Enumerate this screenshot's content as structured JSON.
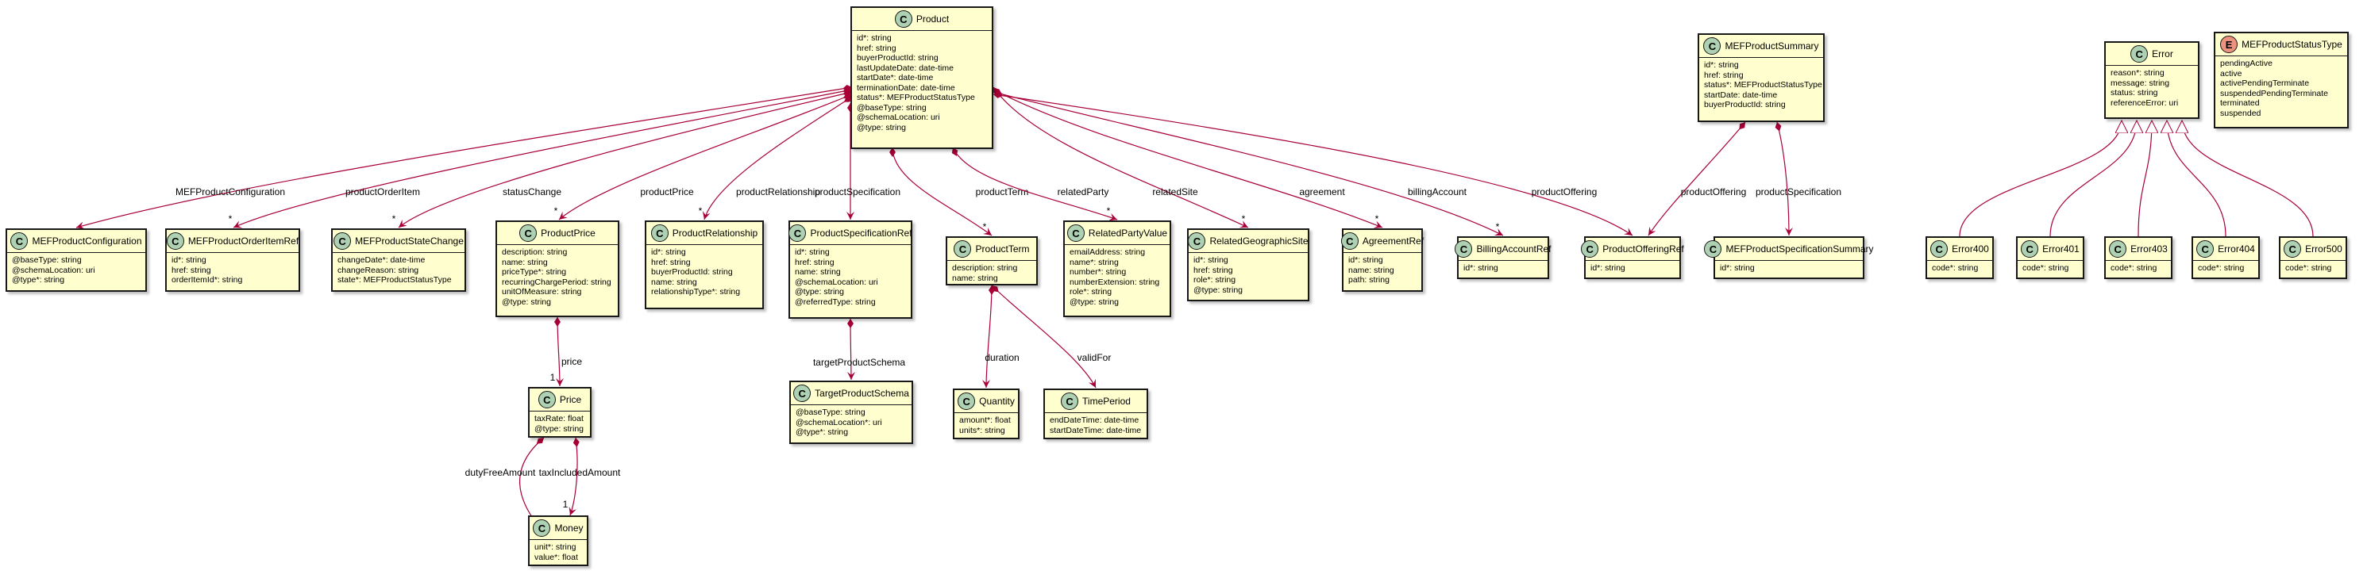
{
  "classes": {
    "Product": {
      "name": "Product",
      "icon": "C",
      "attrs": [
        "id*: string",
        "href: string",
        "buyerProductId: string",
        "lastUpdateDate: date-time",
        "startDate*: date-time",
        "terminationDate: date-time",
        "status*: MEFProductStatusType",
        "@baseType: string",
        "@schemaLocation: uri",
        "@type: string"
      ]
    },
    "MEFProductSummary": {
      "name": "MEFProductSummary",
      "icon": "C",
      "attrs": [
        "id*: string",
        "href: string",
        "status*: MEFProductStatusType",
        "startDate: date-time",
        "buyerProductId: string"
      ]
    },
    "Error": {
      "name": "Error",
      "icon": "C",
      "attrs": [
        "reason*: string",
        "message: string",
        "status: string",
        "referenceError: uri"
      ]
    },
    "MEFProductStatusType": {
      "name": "MEFProductStatusType",
      "icon": "E",
      "attrs": [
        "pendingActive",
        "active",
        "activePendingTerminate",
        "suspendedPendingTerminate",
        "terminated",
        "suspended"
      ]
    },
    "MEFProductConfiguration": {
      "name": "MEFProductConfiguration",
      "icon": "C",
      "attrs": [
        "@baseType: string",
        "@schemaLocation: uri",
        "@type*: string"
      ]
    },
    "MEFProductOrderItemRef": {
      "name": "MEFProductOrderItemRef",
      "icon": "C",
      "attrs": [
        "id*: string",
        "href: string",
        "orderItemId*: string"
      ]
    },
    "MEFProductStateChange": {
      "name": "MEFProductStateChange",
      "icon": "C",
      "attrs": [
        "changeDate*: date-time",
        "changeReason: string",
        "state*: MEFProductStatusType"
      ]
    },
    "ProductPrice": {
      "name": "ProductPrice",
      "icon": "C",
      "attrs": [
        "description: string",
        "name: string",
        "priceType*: string",
        "recurringChargePeriod: string",
        "unitOfMeasure: string",
        "@type: string"
      ]
    },
    "ProductRelationship": {
      "name": "ProductRelationship",
      "icon": "C",
      "attrs": [
        "id*: string",
        "href: string",
        "buyerProductId: string",
        "name: string",
        "relationshipType*: string"
      ]
    },
    "ProductSpecificationRef": {
      "name": "ProductSpecificationRef",
      "icon": "C",
      "attrs": [
        "id*: string",
        "href: string",
        "name: string",
        "@schemaLocation: uri",
        "@type: string",
        "@referredType: string"
      ]
    },
    "ProductTerm": {
      "name": "ProductTerm",
      "icon": "C",
      "attrs": [
        "description: string",
        "name: string"
      ]
    },
    "RelatedPartyValue": {
      "name": "RelatedPartyValue",
      "icon": "C",
      "attrs": [
        "emailAddress: string",
        "name*: string",
        "number*: string",
        "numberExtension: string",
        "role*: string",
        "@type: string"
      ]
    },
    "RelatedGeographicSite": {
      "name": "RelatedGeographicSite",
      "icon": "C",
      "attrs": [
        "id*: string",
        "href: string",
        "role*: string",
        "@type: string"
      ]
    },
    "AgreementRef": {
      "name": "AgreementRef",
      "icon": "C",
      "attrs": [
        "id*: string",
        "name: string",
        "path: string"
      ]
    },
    "BillingAccountRef": {
      "name": "BillingAccountRef",
      "icon": "C",
      "attrs": [
        "id*: string"
      ]
    },
    "ProductOfferingRef": {
      "name": "ProductOfferingRef",
      "icon": "C",
      "attrs": [
        "id*: string"
      ]
    },
    "MEFProductSpecificationSummary": {
      "name": "MEFProductSpecificationSummary",
      "icon": "C",
      "attrs": [
        "id*: string"
      ]
    },
    "Error400": {
      "name": "Error400",
      "icon": "C",
      "attrs": [
        "code*: string"
      ]
    },
    "Error401": {
      "name": "Error401",
      "icon": "C",
      "attrs": [
        "code*: string"
      ]
    },
    "Error403": {
      "name": "Error403",
      "icon": "C",
      "attrs": [
        "code*: string"
      ]
    },
    "Error404": {
      "name": "Error404",
      "icon": "C",
      "attrs": [
        "code*: string"
      ]
    },
    "Error500": {
      "name": "Error500",
      "icon": "C",
      "attrs": [
        "code*: string"
      ]
    },
    "Price": {
      "name": "Price",
      "icon": "C",
      "attrs": [
        "taxRate: float",
        "@type: string"
      ]
    },
    "TargetProductSchema": {
      "name": "TargetProductSchema",
      "icon": "C",
      "attrs": [
        "@baseType: string",
        "@schemaLocation*: uri",
        "@type*: string"
      ]
    },
    "Quantity": {
      "name": "Quantity",
      "icon": "C",
      "attrs": [
        "amount*: float",
        "units*: string"
      ]
    },
    "TimePeriod": {
      "name": "TimePeriod",
      "icon": "C",
      "attrs": [
        "endDateTime: date-time",
        "startDateTime: date-time"
      ]
    },
    "Money": {
      "name": "Money",
      "icon": "C",
      "attrs": [
        "unit*: string",
        "value*: float"
      ]
    }
  },
  "relations": [
    {
      "from": "Product",
      "to": "MEFProductConfiguration",
      "label": "MEFProductConfiguration",
      "mult": ""
    },
    {
      "from": "Product",
      "to": "MEFProductOrderItemRef",
      "label": "productOrderItem",
      "mult": "*"
    },
    {
      "from": "Product",
      "to": "MEFProductStateChange",
      "label": "statusChange",
      "mult": "*"
    },
    {
      "from": "Product",
      "to": "ProductPrice",
      "label": "productPrice",
      "mult": "*"
    },
    {
      "from": "Product",
      "to": "ProductRelationship",
      "label": "productRelationship",
      "mult": "*"
    },
    {
      "from": "Product",
      "to": "ProductSpecificationRef",
      "label": "productSpecification",
      "mult": ""
    },
    {
      "from": "Product",
      "to": "ProductTerm",
      "label": "productTerm",
      "mult": "*"
    },
    {
      "from": "Product",
      "to": "RelatedPartyValue",
      "label": "relatedParty",
      "mult": "*"
    },
    {
      "from": "Product",
      "to": "RelatedGeographicSite",
      "label": "relatedSite",
      "mult": "*"
    },
    {
      "from": "Product",
      "to": "AgreementRef",
      "label": "agreement",
      "mult": "*"
    },
    {
      "from": "Product",
      "to": "BillingAccountRef",
      "label": "billingAccount",
      "mult": "*"
    },
    {
      "from": "Product",
      "to": "ProductOfferingRef",
      "label": "productOffering",
      "mult": ""
    },
    {
      "from": "MEFProductSummary",
      "to": "ProductOfferingRef",
      "label": "productOffering",
      "mult": ""
    },
    {
      "from": "MEFProductSummary",
      "to": "MEFProductSpecificationSummary",
      "label": "productSpecification",
      "mult": ""
    },
    {
      "from": "ProductPrice",
      "to": "Price",
      "label": "price",
      "mult": "1"
    },
    {
      "from": "ProductSpecificationRef",
      "to": "TargetProductSchema",
      "label": "targetProductSchema",
      "mult": ""
    },
    {
      "from": "ProductTerm",
      "to": "Quantity",
      "label": "duration",
      "mult": ""
    },
    {
      "from": "ProductTerm",
      "to": "TimePeriod",
      "label": "validFor",
      "mult": ""
    },
    {
      "from": "Price",
      "to": "Money",
      "label": "dutyFreeAmount",
      "mult": "1"
    },
    {
      "from": "Price",
      "to": "Money",
      "label": "taxIncludedAmount",
      "mult": "1"
    }
  ],
  "inheritance": [
    {
      "parent": "Error",
      "child": "Error400"
    },
    {
      "parent": "Error",
      "child": "Error401"
    },
    {
      "parent": "Error",
      "child": "Error403"
    },
    {
      "parent": "Error",
      "child": "Error404"
    },
    {
      "parent": "Error",
      "child": "Error500"
    }
  ],
  "colors": {
    "relation_line": "#a80036",
    "class_fill": "#fefece",
    "class_icon": "#add1b2",
    "enum_icon": "#eb937f",
    "border": "#181818"
  }
}
